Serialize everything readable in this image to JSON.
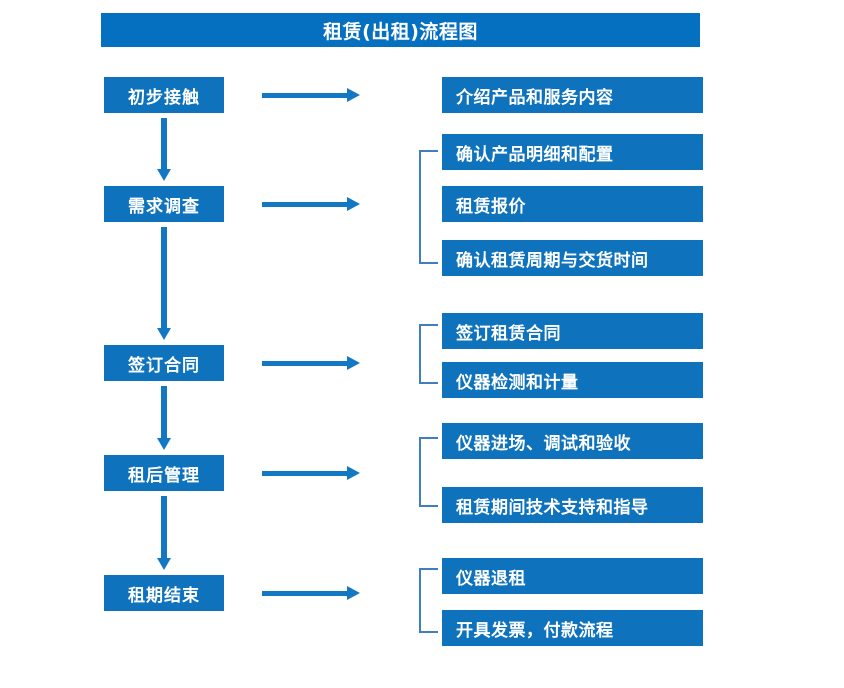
{
  "title": {
    "text": "租赁(出租)流程图"
  },
  "colors": {
    "title_bar": "#0670c0",
    "box_fill": "#0e72bd",
    "arrow": "#1378c4",
    "bracket": "#3f7fbf",
    "text": "#ffffff",
    "background": "#ffffff"
  },
  "stages": [
    {
      "label": "初步接触"
    },
    {
      "label": "需求调查"
    },
    {
      "label": "签订合同"
    },
    {
      "label": "租后管理"
    },
    {
      "label": "租期结束"
    }
  ],
  "detail_groups": [
    {
      "bracketed": false,
      "items": [
        {
          "label": "介绍产品和服务内容"
        }
      ]
    },
    {
      "bracketed": true,
      "items": [
        {
          "label": "确认产品明细和配置"
        },
        {
          "label": "租赁报价"
        },
        {
          "label": "确认租赁周期与交货时间"
        }
      ]
    },
    {
      "bracketed": true,
      "items": [
        {
          "label": "签订租赁合同"
        },
        {
          "label": "仪器检测和计量"
        }
      ]
    },
    {
      "bracketed": true,
      "items": [
        {
          "label": "仪器进场、调试和验收"
        },
        {
          "label": "租赁期间技术支持和指导"
        }
      ]
    },
    {
      "bracketed": true,
      "items": [
        {
          "label": "仪器退租"
        },
        {
          "label": "开具发票，付款流程"
        }
      ]
    }
  ]
}
